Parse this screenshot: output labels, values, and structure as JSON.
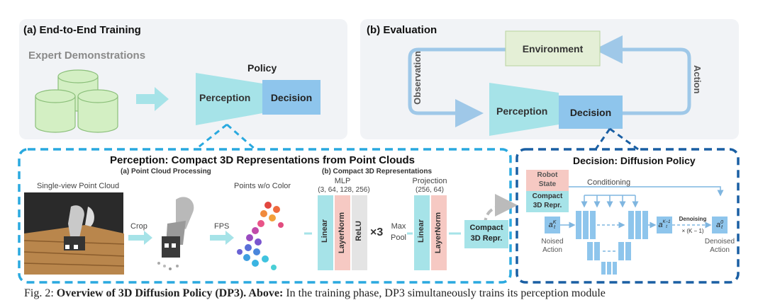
{
  "training": {
    "title": "(a) End-to-End Training",
    "expert": "Expert Demonstrations",
    "policy": "Policy",
    "perception": "Perception",
    "decision": "Decision"
  },
  "evaluation": {
    "title": "(b) Evaluation",
    "environment": "Environment",
    "observation": "Observation",
    "action": "Action",
    "perception": "Perception",
    "decision": "Decision"
  },
  "perception_panel": {
    "title": "Perception: Compact 3D Representations from Point Clouds",
    "sub_a": "(a) Point Cloud Processing",
    "sub_b": "(b) Compact 3D Representations",
    "single_view": "Single-view Point Cloud",
    "points_wo_color": "Points w/o Color",
    "crop": "Crop",
    "fps": "FPS",
    "mlp": "MLP",
    "mlp_dims": "(3, 64, 128, 256)",
    "linear": "Linear",
    "layernorm": "LayerNorm",
    "relu": "ReLU",
    "times3": "×3",
    "max": "Max",
    "pool": "Pool",
    "projection": "Projection",
    "proj_dims": "(256, 64)",
    "compact": "Compact",
    "repr": "3D Repr."
  },
  "decision_panel": {
    "title": "Decision: Diffusion Policy",
    "robot": "Robot",
    "state": "State",
    "compact": "Compact",
    "repr": "3D Repr.",
    "conditioning": "Conditioning",
    "noised": "Noised",
    "action_word": "Action",
    "denoising": "Denoising",
    "times_k": "× (K − 1)",
    "denoised": "Denoised",
    "a_base": "a",
    "a_sup_k": "K",
    "a_sup_k1": "K−1",
    "a_sup_0": "0",
    "a_sub": "t"
  },
  "caption": {
    "prefix": "Fig. 2: ",
    "bold": "Overview of 3D Diffusion Policy (DP3). Above:",
    "rest": " In the training phase, DP3 simultaneously trains its perception module"
  },
  "colors": {
    "panel_bg": "#f1f3f6",
    "cyan": "#a6e3e8",
    "blue": "#8ec5ec",
    "green": "#e4efd6",
    "db_green": "#d3efc3",
    "pink": "#f6c9c3",
    "dash_light": "#2aa9df",
    "dash_dark": "#1a5fa3",
    "arrow": "#9fc8e8"
  }
}
